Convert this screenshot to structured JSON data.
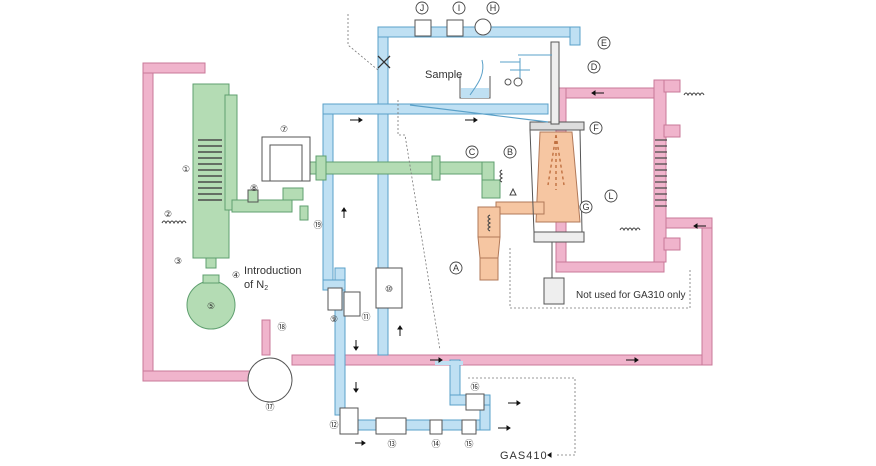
{
  "colors": {
    "pink_pipe": "#f0b4cc",
    "pink_pipe_edge": "#c97898",
    "blue_pipe": "#bfe0f3",
    "blue_pipe_edge": "#5aa0c8",
    "green_pipe": "#b4dcb4",
    "green_pipe_edge": "#5f9f6f",
    "sample_orange": "#f6c6a2",
    "sample_edge": "#b07858",
    "outline": "#555555"
  },
  "labels": {
    "sample": "Sample",
    "introduction_n2_line1": "Introduction",
    "introduction_n2_line2": "of N",
    "introduction_n2_sub": "2",
    "not_used": "Not used for GA310 only",
    "gas410": "GAS410"
  },
  "components_numbered": [
    "①",
    "②",
    "③",
    "④",
    "⑤",
    "⑦",
    "⑧",
    "⑨",
    "⑩",
    "⑪",
    "⑫",
    "⑬",
    "⑭",
    "⑮",
    "⑯",
    "⑰",
    "⑱",
    "⑲"
  ],
  "components_lettered": [
    "A",
    "B",
    "C",
    "D",
    "E",
    "F",
    "G",
    "H",
    "I",
    "J",
    "L"
  ]
}
